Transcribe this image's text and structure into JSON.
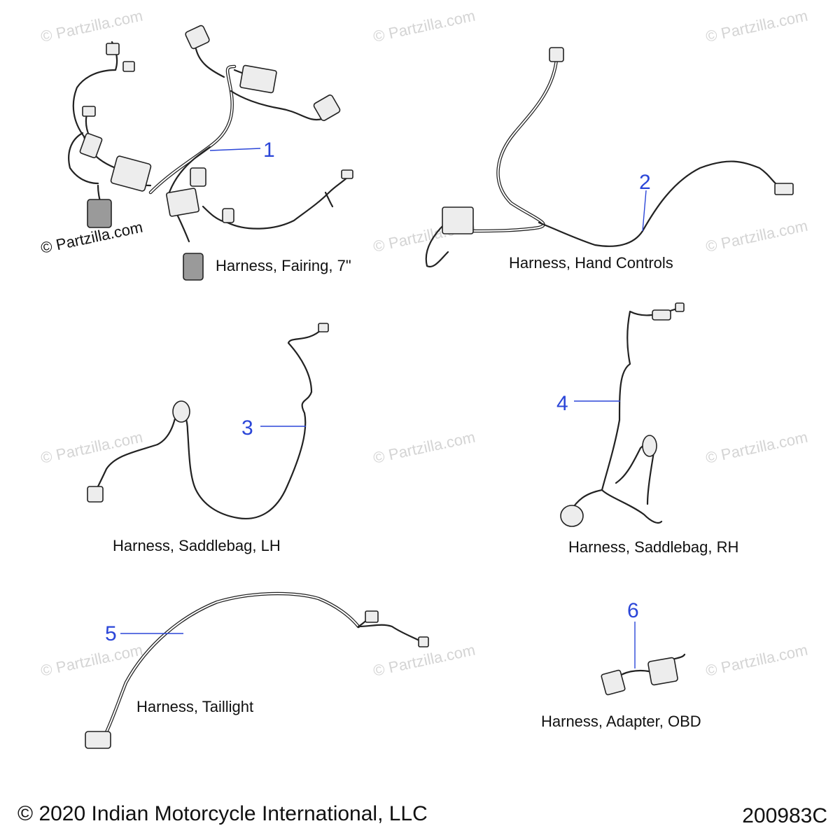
{
  "watermark": {
    "text": "© Partzilla.com"
  },
  "parts": [
    {
      "callout": "1",
      "name": "Harness, Fairing, 7\""
    },
    {
      "callout": "2",
      "name": "Harness, Hand Controls"
    },
    {
      "callout": "3",
      "name": "Harness, Saddlebag, LH"
    },
    {
      "callout": "4",
      "name": "Harness, Saddlebag, RH"
    },
    {
      "callout": "5",
      "name": "Harness, Taillight"
    },
    {
      "callout": "6",
      "name": "Harness, Adapter, OBD"
    }
  ],
  "footer": {
    "copyright": "© 2020 Indian Motorcycle International, LLC",
    "diagram_id": "200983C"
  },
  "colors": {
    "callout": "#2b46d8",
    "watermark": "#d4d4d4",
    "ink": "#111111"
  }
}
